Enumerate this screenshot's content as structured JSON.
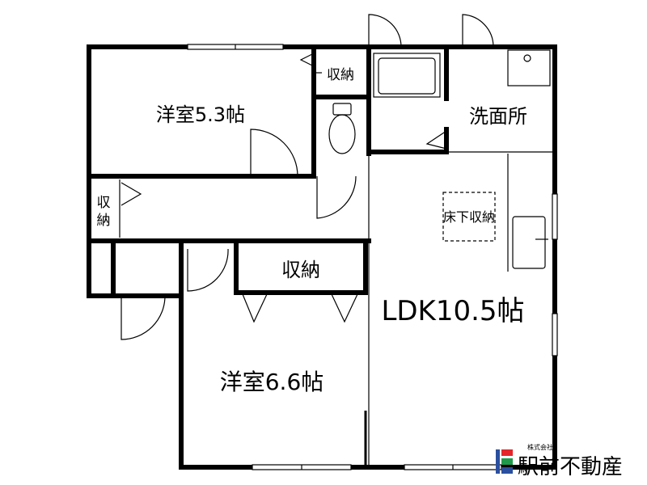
{
  "rooms": {
    "western_room_upper": "洋室5.3帖",
    "western_room_lower": "洋室6.6帖",
    "ldk": "LDK10.5帖",
    "washroom": "洗面所",
    "storage_upper": "収納",
    "storage_hall_top": "収",
    "storage_hall_bottom": "納",
    "storage_lower": "収納",
    "underfloor_storage": "床下収納"
  },
  "logo": {
    "company_name": "駅前不動産",
    "small_text": "株式会社",
    "colors": {
      "red": "#e3262a",
      "green": "#1f9a4a",
      "blue": "#2a4f9e"
    }
  }
}
